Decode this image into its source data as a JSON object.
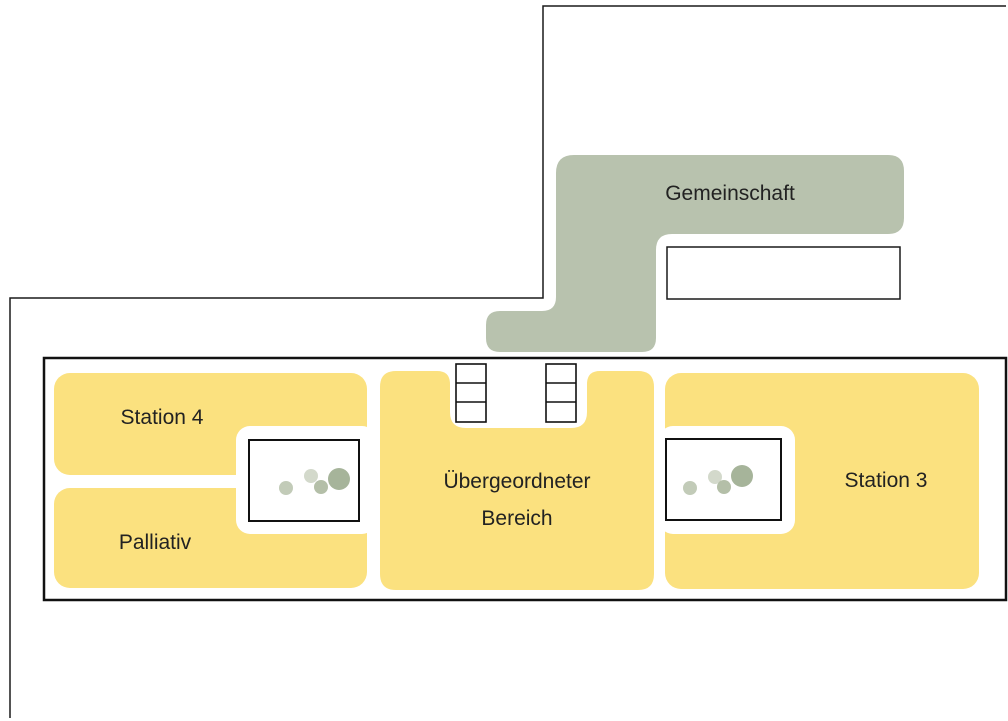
{
  "colors": {
    "zone_yellow": "#fbe17f",
    "community_green": "#b8c2ae",
    "outline": "#111111",
    "tree_light": "#c2cbb8",
    "tree_dark": "#9fae92",
    "background": "#ffffff"
  },
  "labels": {
    "community": "Gemeinschaft",
    "station4": "Station 4",
    "palliative": "Palliativ",
    "central_line1": "Übergeordneter",
    "central_line2": "Bereich",
    "station3": "Station 3"
  },
  "icons": {
    "courtyard_left": "courtyard-trees-icon",
    "courtyard_right": "courtyard-trees-icon",
    "stairs_left": "stairs-icon",
    "stairs_right": "stairs-icon"
  }
}
